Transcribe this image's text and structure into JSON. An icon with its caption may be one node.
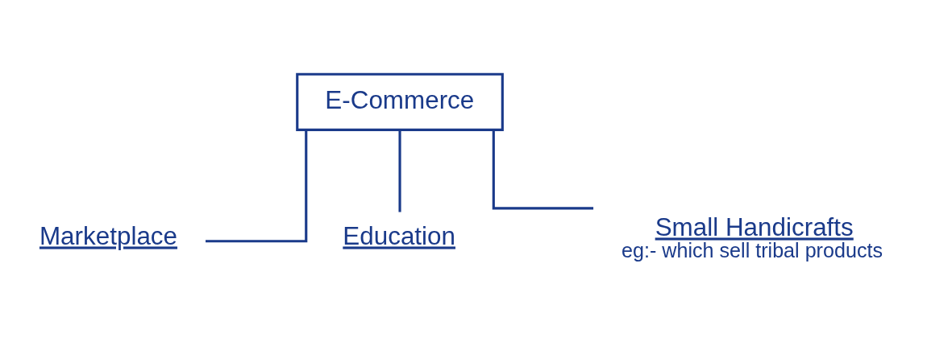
{
  "diagram": {
    "nodes": [
      {
        "text": [
          "E-Commerce"
        ]
      },
      {
        "text": [
          "Marketplace"
        ]
      },
      {
        "text": [
          "Education"
        ]
      },
      {
        "text": [
          "Small Handicrafts"
        ],
        "beside": [
          "eg:- which sell tribal products"
        ]
      }
    ],
    "edges": [
      {
        "from": 0,
        "to": 1,
        "arrow": "none"
      },
      {
        "from": 0,
        "to": 2,
        "arrow": "none"
      },
      {
        "from": 0,
        "to": 3,
        "arrow": "none"
      }
    ]
  }
}
